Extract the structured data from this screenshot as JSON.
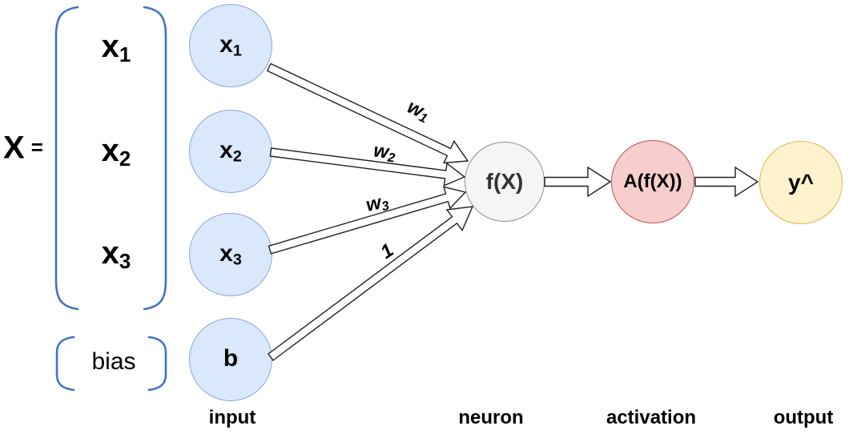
{
  "matrix": {
    "symbol": "X",
    "equals": "=",
    "entries": [
      {
        "base": "x",
        "sub": "1"
      },
      {
        "base": "x",
        "sub": "2"
      },
      {
        "base": "x",
        "sub": "3"
      }
    ],
    "bias_label": "bias"
  },
  "nodes": {
    "inputs": [
      {
        "base": "x",
        "sub": "1"
      },
      {
        "base": "x",
        "sub": "2"
      },
      {
        "base": "x",
        "sub": "3"
      },
      {
        "base": "b",
        "sub": ""
      }
    ],
    "neuron": {
      "label": "f(X)"
    },
    "activation": {
      "label": "A(f(X))"
    },
    "output": {
      "label": "y^"
    }
  },
  "edges": [
    {
      "id": "w1",
      "from": "x1",
      "to": "neuron",
      "label_base": "w",
      "label_sub": "1"
    },
    {
      "id": "w2",
      "from": "x2",
      "to": "neuron",
      "label_base": "w",
      "label_sub": "2"
    },
    {
      "id": "w3",
      "from": "x3",
      "to": "neuron",
      "label_base": "w",
      "label_sub": "3"
    },
    {
      "id": "bias",
      "from": "b",
      "to": "neuron",
      "label_base": "1",
      "label_sub": ""
    },
    {
      "id": "neuron-activation",
      "from": "neuron",
      "to": "activation",
      "label_base": "",
      "label_sub": ""
    },
    {
      "id": "activation-output",
      "from": "activation",
      "to": "output",
      "label_base": "",
      "label_sub": ""
    }
  ],
  "captions": {
    "input": "input",
    "neuron": "neuron",
    "activation": "activation",
    "output": "output"
  },
  "colors": {
    "bracket": "#4472c4",
    "input_fill": "#dae8fc",
    "input_stroke": "#8aa8d8",
    "neuron_fill": "#f5f5f5",
    "neuron_stroke": "#909090",
    "activation_fill": "#f8cecc",
    "activation_stroke": "#b85450",
    "output_fill": "#fff2cc",
    "output_stroke": "#d6b656",
    "arrow_stroke": "#1f1f1f",
    "text": "#000000"
  }
}
